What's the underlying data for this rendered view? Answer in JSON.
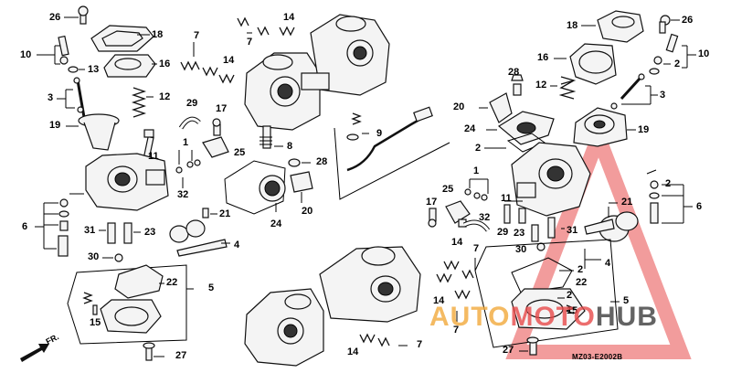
{
  "labels": {
    "l26a": "26",
    "l18a": "18",
    "l10a": "10",
    "l13a": "13",
    "l16a": "16",
    "l3a": "3",
    "l12a": "12",
    "l19a": "19",
    "l11a": "11",
    "l6a": "6",
    "l31a": "31",
    "l23a": "23",
    "l30a": "30",
    "l22a": "22",
    "l5a": "5",
    "l15a": "15",
    "l27a": "27",
    "l7a": "7",
    "l7b": "7",
    "l14a": "14",
    "l14b": "14",
    "l29": "29",
    "l17a": "17",
    "l1a": "1",
    "l25a": "25",
    "l32a": "32",
    "l8": "8",
    "l28a": "28",
    "l21a": "21",
    "l4a": "4",
    "l24a": "24",
    "l20a": "20",
    "l9": "9",
    "l14c": "14",
    "l7c": "7",
    "l7d": "7",
    "l14d": "14",
    "l7e": "7",
    "l14e": "14",
    "l18b": "18",
    "l26b": "26",
    "l16b": "16",
    "l2a": "2",
    "l10b": "10",
    "l28b": "28",
    "l12b": "12",
    "l3b": "3",
    "l20b": "20",
    "l24b": "24",
    "l19b": "19",
    "l2b": "2",
    "l1b": "1",
    "l17b": "17",
    "l25b": "25",
    "l11b": "11",
    "l32b": "32",
    "l21b": "21",
    "l2c": "2",
    "l6b": "6",
    "l23b": "23",
    "l29b": "29",
    "l31b": "31",
    "l30b": "30",
    "l4b": "4",
    "l2d": "2",
    "l22b": "22",
    "l2e": "2",
    "l5b": "5",
    "l15b": "15",
    "l27b": "27"
  },
  "diagram_code": "MZ03-E2002B",
  "direction_label": "FR.",
  "watermark": {
    "part1": "AUTO",
    "part2": "MOTO",
    "part3": "HUB"
  },
  "colors": {
    "watermark_orange": "#f2a93b",
    "watermark_red": "#e84a4a",
    "watermark_dark": "#3d3d3d"
  }
}
